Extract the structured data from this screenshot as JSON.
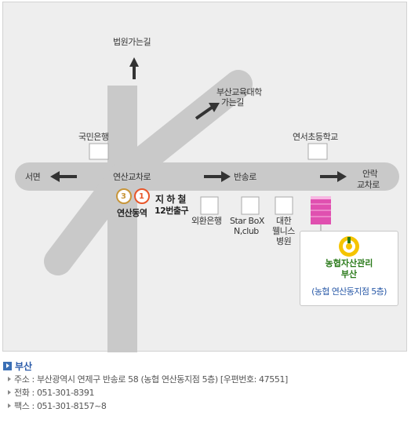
{
  "map": {
    "labels": {
      "court": "법원가는길",
      "univ_line1": "부산교육대학",
      "univ_line2": "가는길",
      "kookmin": "국민은행",
      "elementary": "연서초등학교",
      "seomyeon": "서면",
      "yeonsan_intersection": "연산교차로",
      "bansongro": "반송로",
      "anrak_line1": "안락",
      "anrak_line2": "교차로",
      "line3_number": "3",
      "line1_number": "1",
      "subway": "지 하 철",
      "exit": "12번출구",
      "yeonsan_station": "연산동역",
      "kexim": "외환은행",
      "starbox_line1": "Star BoX",
      "starbox_line2": "N,club",
      "hospital_line1": "대한",
      "hospital_line2": "웰니스",
      "hospital_line3": "병원"
    },
    "callout": {
      "name": "농협자산관리",
      "city": "부산",
      "address": "(농협 연산동지점 5층)"
    }
  },
  "info": {
    "heading": "부산",
    "address": "주소 : 부산광역시 연제구 반송로 58 (농협 연산동지점 5층) [우편번호: 47551]",
    "phone": "전화 : 051-301-8391",
    "fax": "팩스 : 051-301-8157~8"
  },
  "colors": {
    "road": "#c9c9c9",
    "background": "#eeeeee",
    "line3": "#c8963a",
    "line1": "#e8562a",
    "building_pink": "#e050b0",
    "logo": "#f5c400",
    "accent_blue": "#2a5aa8"
  }
}
